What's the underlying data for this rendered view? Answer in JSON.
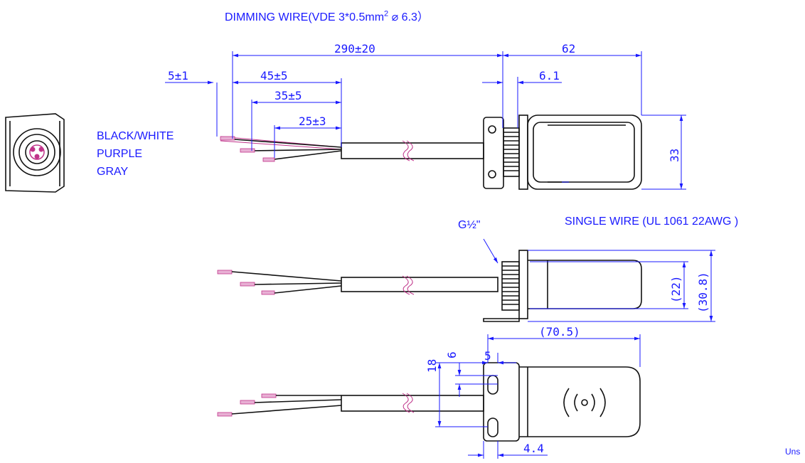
{
  "title": {
    "main": "DIMMING WIRE(VDE  3*0.5mm",
    "sup": "2",
    "tail": " ⌀ 6.3）"
  },
  "wire_colors": [
    "BLACK/WHITE",
    "PURPLE",
    "GRAY"
  ],
  "single_wire_label": "SINGLE WIRE (UL 1061 22AWG )",
  "thread_label": "G½\"",
  "dimensions": {
    "total_length": "290±20",
    "head_length": "62",
    "strip": "5±1",
    "wire1": "45±5",
    "wire2": "35±5",
    "wire3": "25±3",
    "flange": "6.1",
    "height": "33",
    "inner_height": "(22)",
    "outer_height": "(30.8)",
    "bottom_length": "(70.5)",
    "hole_spacing": "18",
    "hole_offset": "6",
    "slot_width": "5",
    "bracket": "4.4"
  },
  "corner_text": "Uns"
}
